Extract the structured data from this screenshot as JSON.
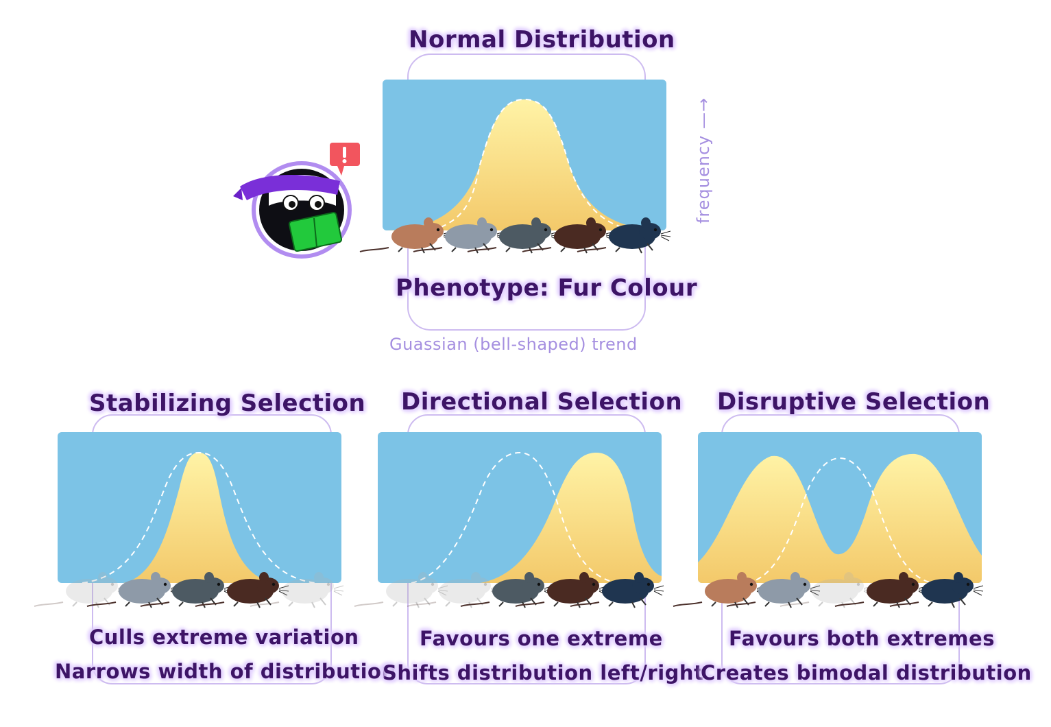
{
  "top": {
    "title": "Normal Distribution",
    "axis_label": "Phenotype: Fur Colour",
    "caption": "Guassian (bell-shaped) trend",
    "y_axis_label": "frequency —→"
  },
  "stabilizing": {
    "title": "Stabilizing Selection",
    "line1": "Culls extreme variation",
    "line2": "Narrows width of distribution"
  },
  "directional": {
    "title": "Directional Selection",
    "line1": "Favours one extreme",
    "line2": "Shifts distribution left/right"
  },
  "disruptive": {
    "title": "Disruptive Selection",
    "line1": "Favours both extremes",
    "line2": "Creates bimodal distribution"
  },
  "colors": {
    "panel": "#7cc3e6",
    "curve_fill": "#fbe88e",
    "title_text": "#3d1466",
    "caption_text": "#a58fe0",
    "mouse_fur": [
      "#b97c5c",
      "#8e9aa8",
      "#4d5a63",
      "#4a2a22",
      "#1f3550"
    ]
  },
  "mascot": {
    "icon": "penguin-reading-book-icon",
    "alert_icon": "exclamation-icon"
  }
}
